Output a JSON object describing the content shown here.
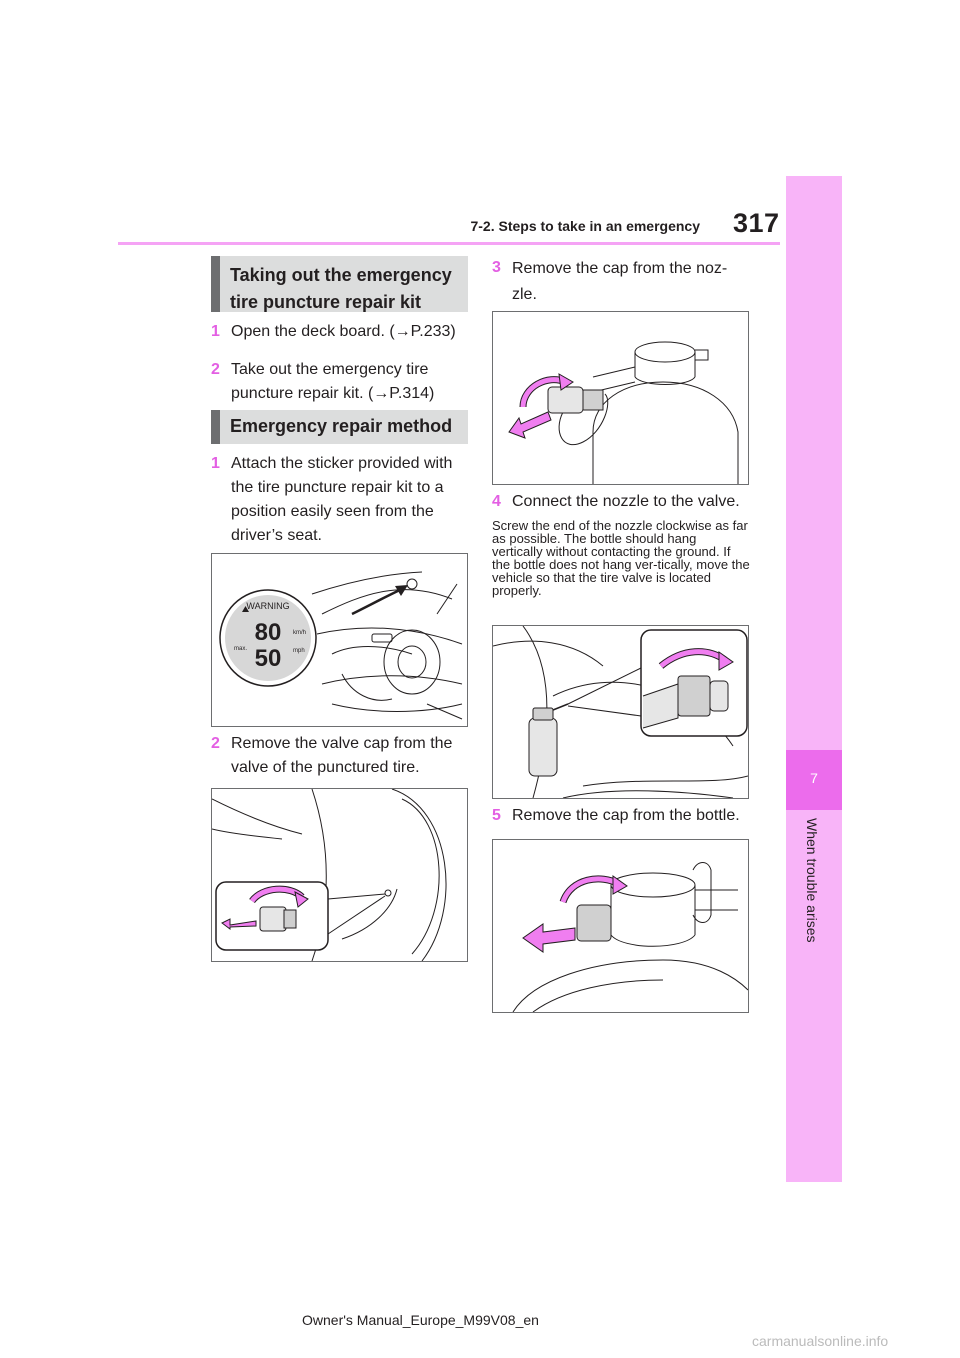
{
  "header": {
    "section_title": "7-2. Steps to take in an emergency",
    "page_number": "317"
  },
  "side_tab": {
    "chapter_number": "7",
    "chapter_title": "When trouble arises"
  },
  "sections": {
    "taking_out": {
      "heading": "Taking out the emergency tire puncture repair kit",
      "steps": [
        {
          "num": "1",
          "text": "Open the deck board. (→P.233)"
        },
        {
          "num": "2",
          "text": "Take out the emergency tire puncture repair kit. (→P.314)"
        }
      ]
    },
    "repair_method": {
      "heading": "Emergency repair method",
      "steps": [
        {
          "num": "1",
          "text": "Attach the sticker provided with the tire puncture repair kit to a position easily seen from the driver’s seat."
        },
        {
          "num": "2",
          "text": "Remove the valve cap from the valve of the punctured tire."
        },
        {
          "num": "3",
          "text": "Remove the cap from the noz-zle."
        },
        {
          "num": "4",
          "text": "Connect the nozzle to the valve."
        },
        {
          "num": "5",
          "text": "Remove the cap from the bottle."
        }
      ],
      "note_4": "Screw the end of the nozzle clockwise as far as possible. The bottle should hang vertically without contacting the ground. If the bottle does not hang ver-tically, move the vehicle so that the tire valve is located properly."
    }
  },
  "sticker": {
    "warning_label": "WARNING",
    "speed_kmh": "80",
    "speed_mph": "50",
    "unit_kmh": "km/h",
    "unit_mph": "mph",
    "max_label": "max."
  },
  "colors": {
    "accent_pink": "#e35fe3",
    "arrow_pink": "#f07ef0",
    "tab_pink": "#f8b4f8",
    "heading_bg": "#dcdddd"
  },
  "footer": {
    "manual_name": "Owner's Manual_Europe_M99V08_en",
    "watermark": "carmanualsonline.info"
  }
}
